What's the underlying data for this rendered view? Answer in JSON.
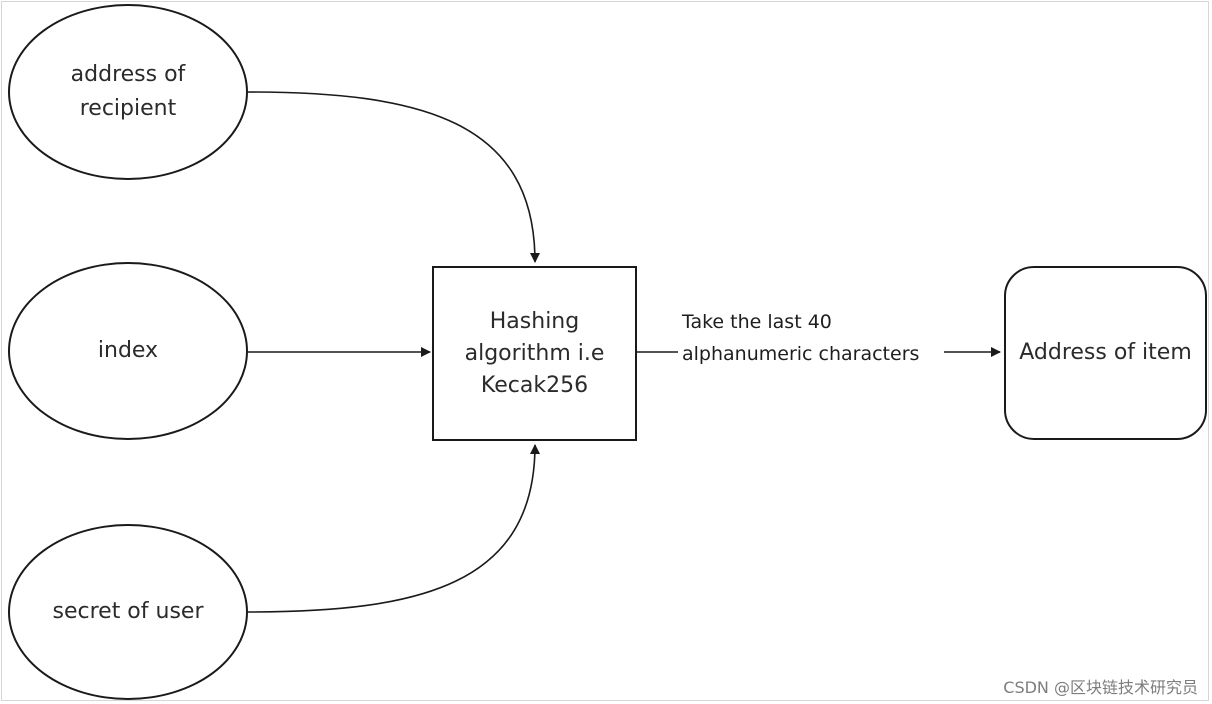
{
  "diagram": {
    "nodes": {
      "address_of_recipient": "address of\nrecipient",
      "index": "index",
      "secret_of_user": "secret of user",
      "hashing_algorithm": "Hashing\nalgorithm i.e\nKecak256",
      "address_of_item": "Address of item"
    },
    "edge_label": "Take the last 40\nalphanumeric characters"
  },
  "watermark": "CSDN @区块链技术研究员",
  "colors": {
    "stroke": "#1a1a1a",
    "text": "#2b2b2b",
    "watermark": "#7d7d7d",
    "background": "#ffffff"
  }
}
